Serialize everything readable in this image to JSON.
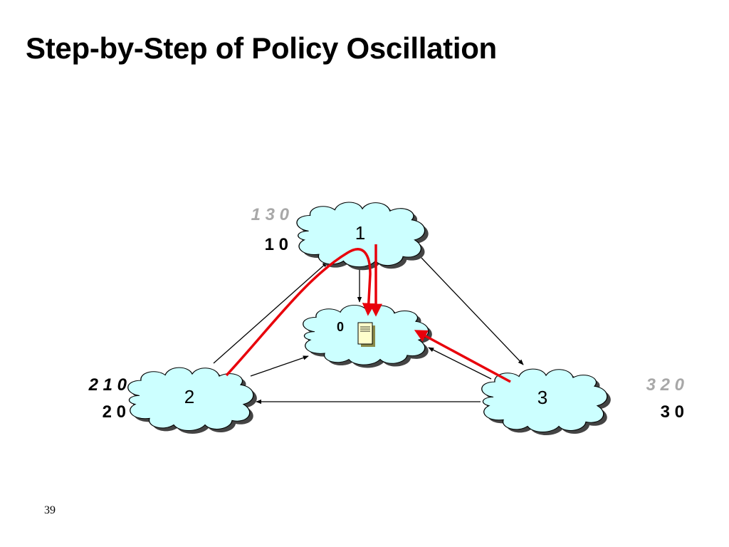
{
  "slide": {
    "title": "Step-by-Step of Policy Oscillation",
    "page_number": "39"
  },
  "nodes": {
    "n1": {
      "label": "1",
      "preferred_path": "1 3 0",
      "current_path": "1 0"
    },
    "n2": {
      "label": "2",
      "preferred_path": "2 1 0",
      "current_path": "2 0"
    },
    "n3": {
      "label": "3",
      "preferred_path": "3 2 0",
      "current_path": "3 0"
    },
    "n0": {
      "label": "0",
      "icon": "server-icon"
    }
  },
  "colors": {
    "cloud_fill": "#ccffff",
    "cloud_stroke": "#000000",
    "route_arrow": "#e8000b",
    "preferred_path_label": "#a8a8a8"
  }
}
